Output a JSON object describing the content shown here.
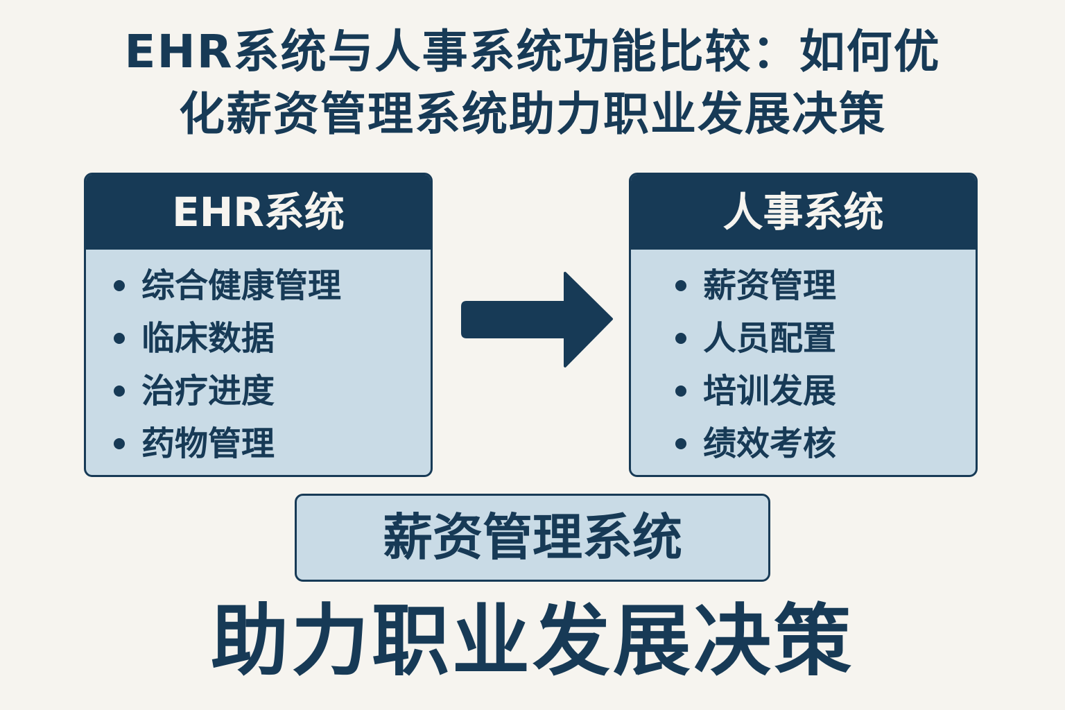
{
  "title": {
    "line1": "EHR系统与人事系统功能比较：如何优",
    "line2": "化薪资管理系统助力职业发展决策"
  },
  "ehr_panel": {
    "heading": "EHR系统",
    "items": [
      "综合健康管理",
      "临床数据",
      "治疗进度",
      "药物管理"
    ]
  },
  "hr_panel": {
    "heading": "人事系统",
    "items": [
      "薪资管理",
      "人员配置",
      "培训发展",
      "绩效考核"
    ]
  },
  "payroll_box": {
    "label": "薪资管理系统"
  },
  "footer": {
    "text": "助力职业发展决策"
  },
  "colors": {
    "navy": "#173a56",
    "light_blue": "#c9dbe6",
    "background": "#f6f4ef"
  }
}
